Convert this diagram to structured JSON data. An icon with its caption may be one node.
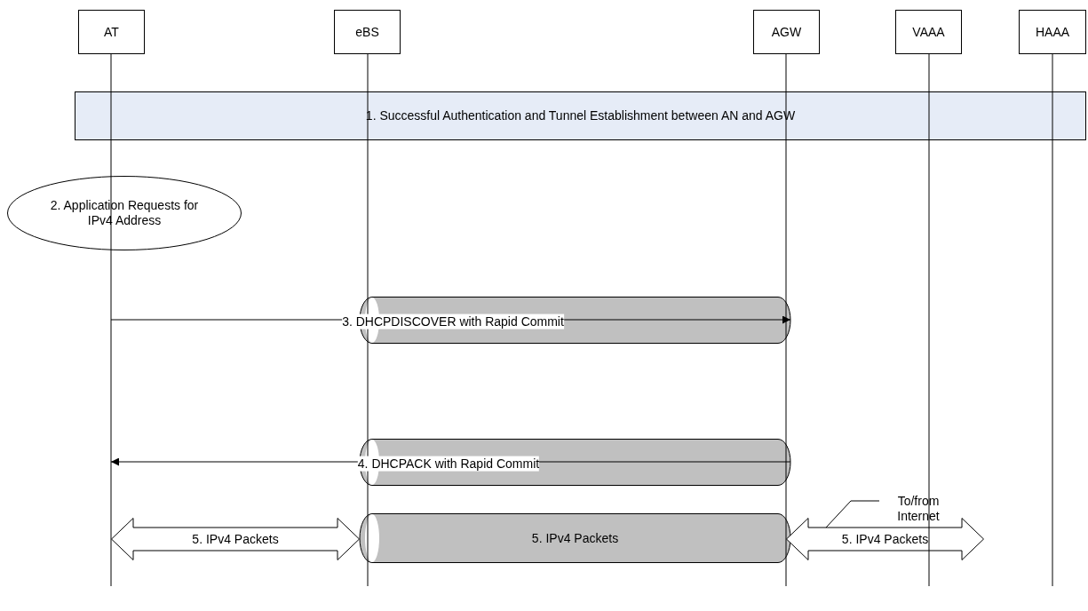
{
  "diagram": {
    "nodes": [
      {
        "text": [
          "AT"
        ]
      },
      {
        "text": [
          "eBS"
        ]
      },
      {
        "text": [
          "AGW"
        ]
      },
      {
        "text": [
          "VAAA"
        ]
      },
      {
        "text": [
          "HAAA"
        ]
      },
      {
        "text": [
          "1. Successful Authentication and Tunnel Establishment between AN and AGW"
        ]
      },
      {
        "text": [
          "2. Application Requests for IPv4 Address"
        ]
      },
      {
        "text": [],
        "shape": "cylinder"
      },
      {
        "text": [],
        "shape": "cylinder"
      },
      {
        "text": [
          "5. IPv4 Packets"
        ]
      },
      {
        "text": [
          "5. IPv4 Packets"
        ]
      },
      {
        "text": [
          "5. IPv4 Packets"
        ]
      },
      {
        "text": [
          "To/from Internet"
        ]
      }
    ],
    "edges": [
      {
        "from": null,
        "to": 7,
        "arrow": "to",
        "label": "3. DHCPDISCOVER with Rapid Commit"
      },
      {
        "from": 8,
        "to": null,
        "arrow": "to",
        "label": "4. DHCPACK with Rapid Commit"
      },
      {
        "from": 12,
        "to": 11,
        "arrow": "none"
      }
    ]
  }
}
